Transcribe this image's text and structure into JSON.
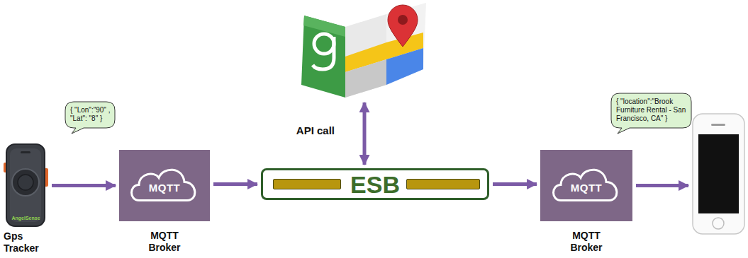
{
  "diagram": {
    "nodes": [
      {
        "text": [
          "AngelSense",
          "Gps Tracker"
        ]
      },
      {
        "text": [
          "{ \"Lon\":\"90\" , \"Lat\": \"8\" }"
        ]
      },
      {
        "text": [
          "MQTT",
          "MQTT Broker"
        ]
      },
      {
        "text": []
      },
      {
        "text": [
          "ESB"
        ]
      },
      {
        "text": [
          "MQTT",
          "MQTT Broker"
        ]
      },
      {
        "text": [
          "{ \"location\":\"Brook Furniture Rental - San Francisco, CA\" }"
        ]
      },
      {
        "text": []
      }
    ],
    "edges": [
      {
        "from": 0,
        "to": 2,
        "arrow": "to"
      },
      {
        "from": 2,
        "to": 4,
        "arrow": "to"
      },
      {
        "from": 4,
        "to": 3,
        "arrow": "both",
        "label": "API call"
      },
      {
        "from": 4,
        "to": 5,
        "arrow": "to"
      },
      {
        "from": 5,
        "to": 7,
        "arrow": "to"
      }
    ]
  }
}
